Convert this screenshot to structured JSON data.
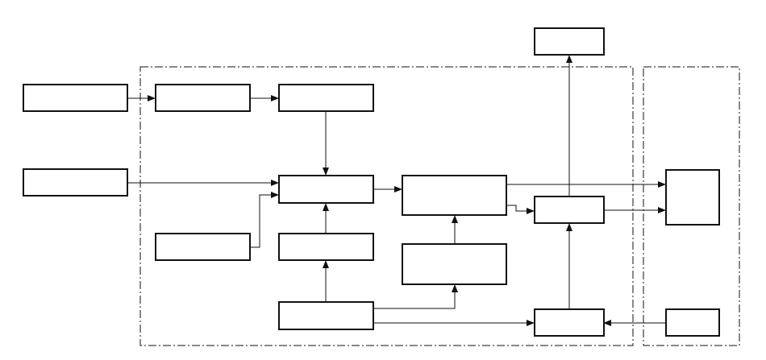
{
  "diagram": {
    "line_color": "#111111",
    "background_color": "#ffffff",
    "boxes": [
      {
        "id": "input-a",
        "label": ""
      },
      {
        "id": "input-b",
        "label": ""
      },
      {
        "id": "stage-a1",
        "label": ""
      },
      {
        "id": "stage-a2",
        "label": ""
      },
      {
        "id": "side-input",
        "label": ""
      },
      {
        "id": "combiner",
        "label": ""
      },
      {
        "id": "mid-support",
        "label": ""
      },
      {
        "id": "bottom-source",
        "label": ""
      },
      {
        "id": "processor",
        "label": ""
      },
      {
        "id": "processor-support",
        "label": ""
      },
      {
        "id": "top-output",
        "label": ""
      },
      {
        "id": "hub",
        "label": ""
      },
      {
        "id": "lower-hub",
        "label": ""
      },
      {
        "id": "right-target",
        "label": ""
      },
      {
        "id": "right-source",
        "label": ""
      }
    ],
    "groups": [
      {
        "id": "main-region",
        "label": ""
      },
      {
        "id": "right-region",
        "label": ""
      }
    ]
  }
}
